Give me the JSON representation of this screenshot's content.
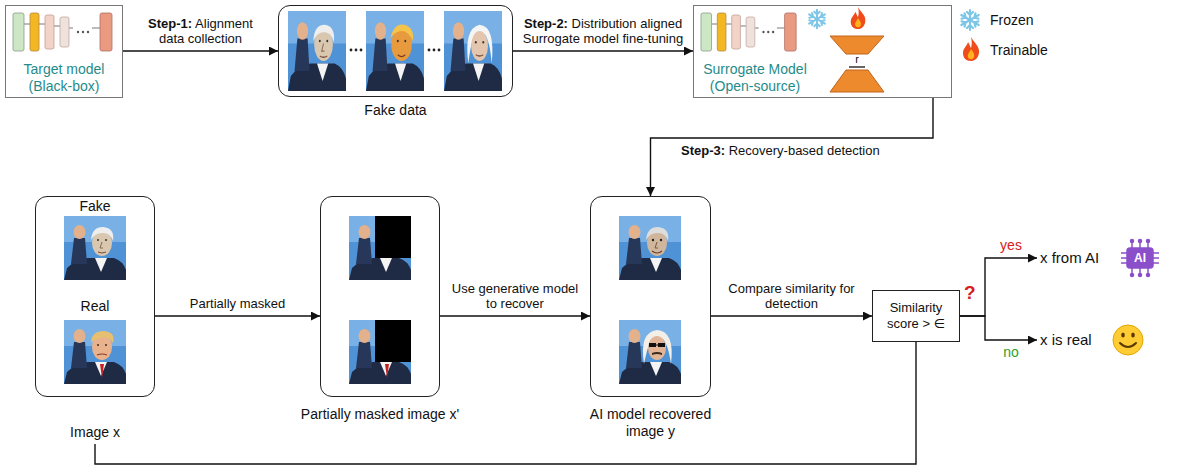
{
  "diagram": {
    "nodes": [
      {
        "text": [
          "Target model (Black-box)"
        ]
      },
      {
        "text": [
          "Fake data"
        ]
      },
      {
        "text": [
          "Surrogate Model (Open-source)"
        ]
      },
      {
        "text": [
          "Fake",
          "Real",
          "Image x"
        ]
      },
      {
        "text": [
          "Partially masked image x'"
        ]
      },
      {
        "text": [
          "AI model recovered image y"
        ]
      },
      {
        "text": [
          "Similarity score > ∈"
        ]
      },
      {
        "text": [
          "x from AI"
        ]
      },
      {
        "text": [
          "x is real"
        ]
      }
    ],
    "edges": [
      {
        "from": 0,
        "to": 1,
        "arrow": "to",
        "label": "Step-1: Alignment data collection"
      },
      {
        "from": 1,
        "to": 2,
        "arrow": "to",
        "label": "Step-2: Distribution aligned Surrogate model fine-tuning"
      },
      {
        "from": 2,
        "to": 5,
        "arrow": "to",
        "label": "Step-3: Recovery-based detection"
      },
      {
        "from": 3,
        "to": 4,
        "arrow": "to",
        "label": "Partially masked"
      },
      {
        "from": 4,
        "to": 5,
        "arrow": "to",
        "label": "Use generative model to recover"
      },
      {
        "from": 5,
        "to": 6,
        "arrow": "to",
        "label": "Compare similarity for detection"
      },
      {
        "from": 6,
        "to": 7,
        "arrow": "to",
        "label": "yes"
      },
      {
        "from": 6,
        "to": 8,
        "arrow": "to",
        "label": "no"
      },
      {
        "from": 3,
        "to": 6,
        "arrow": "none"
      }
    ],
    "labels": [
      "r",
      "?",
      "AI"
    ],
    "legend": [
      {
        "text": "Frozen"
      },
      {
        "text": "Trainable"
      }
    ]
  }
}
